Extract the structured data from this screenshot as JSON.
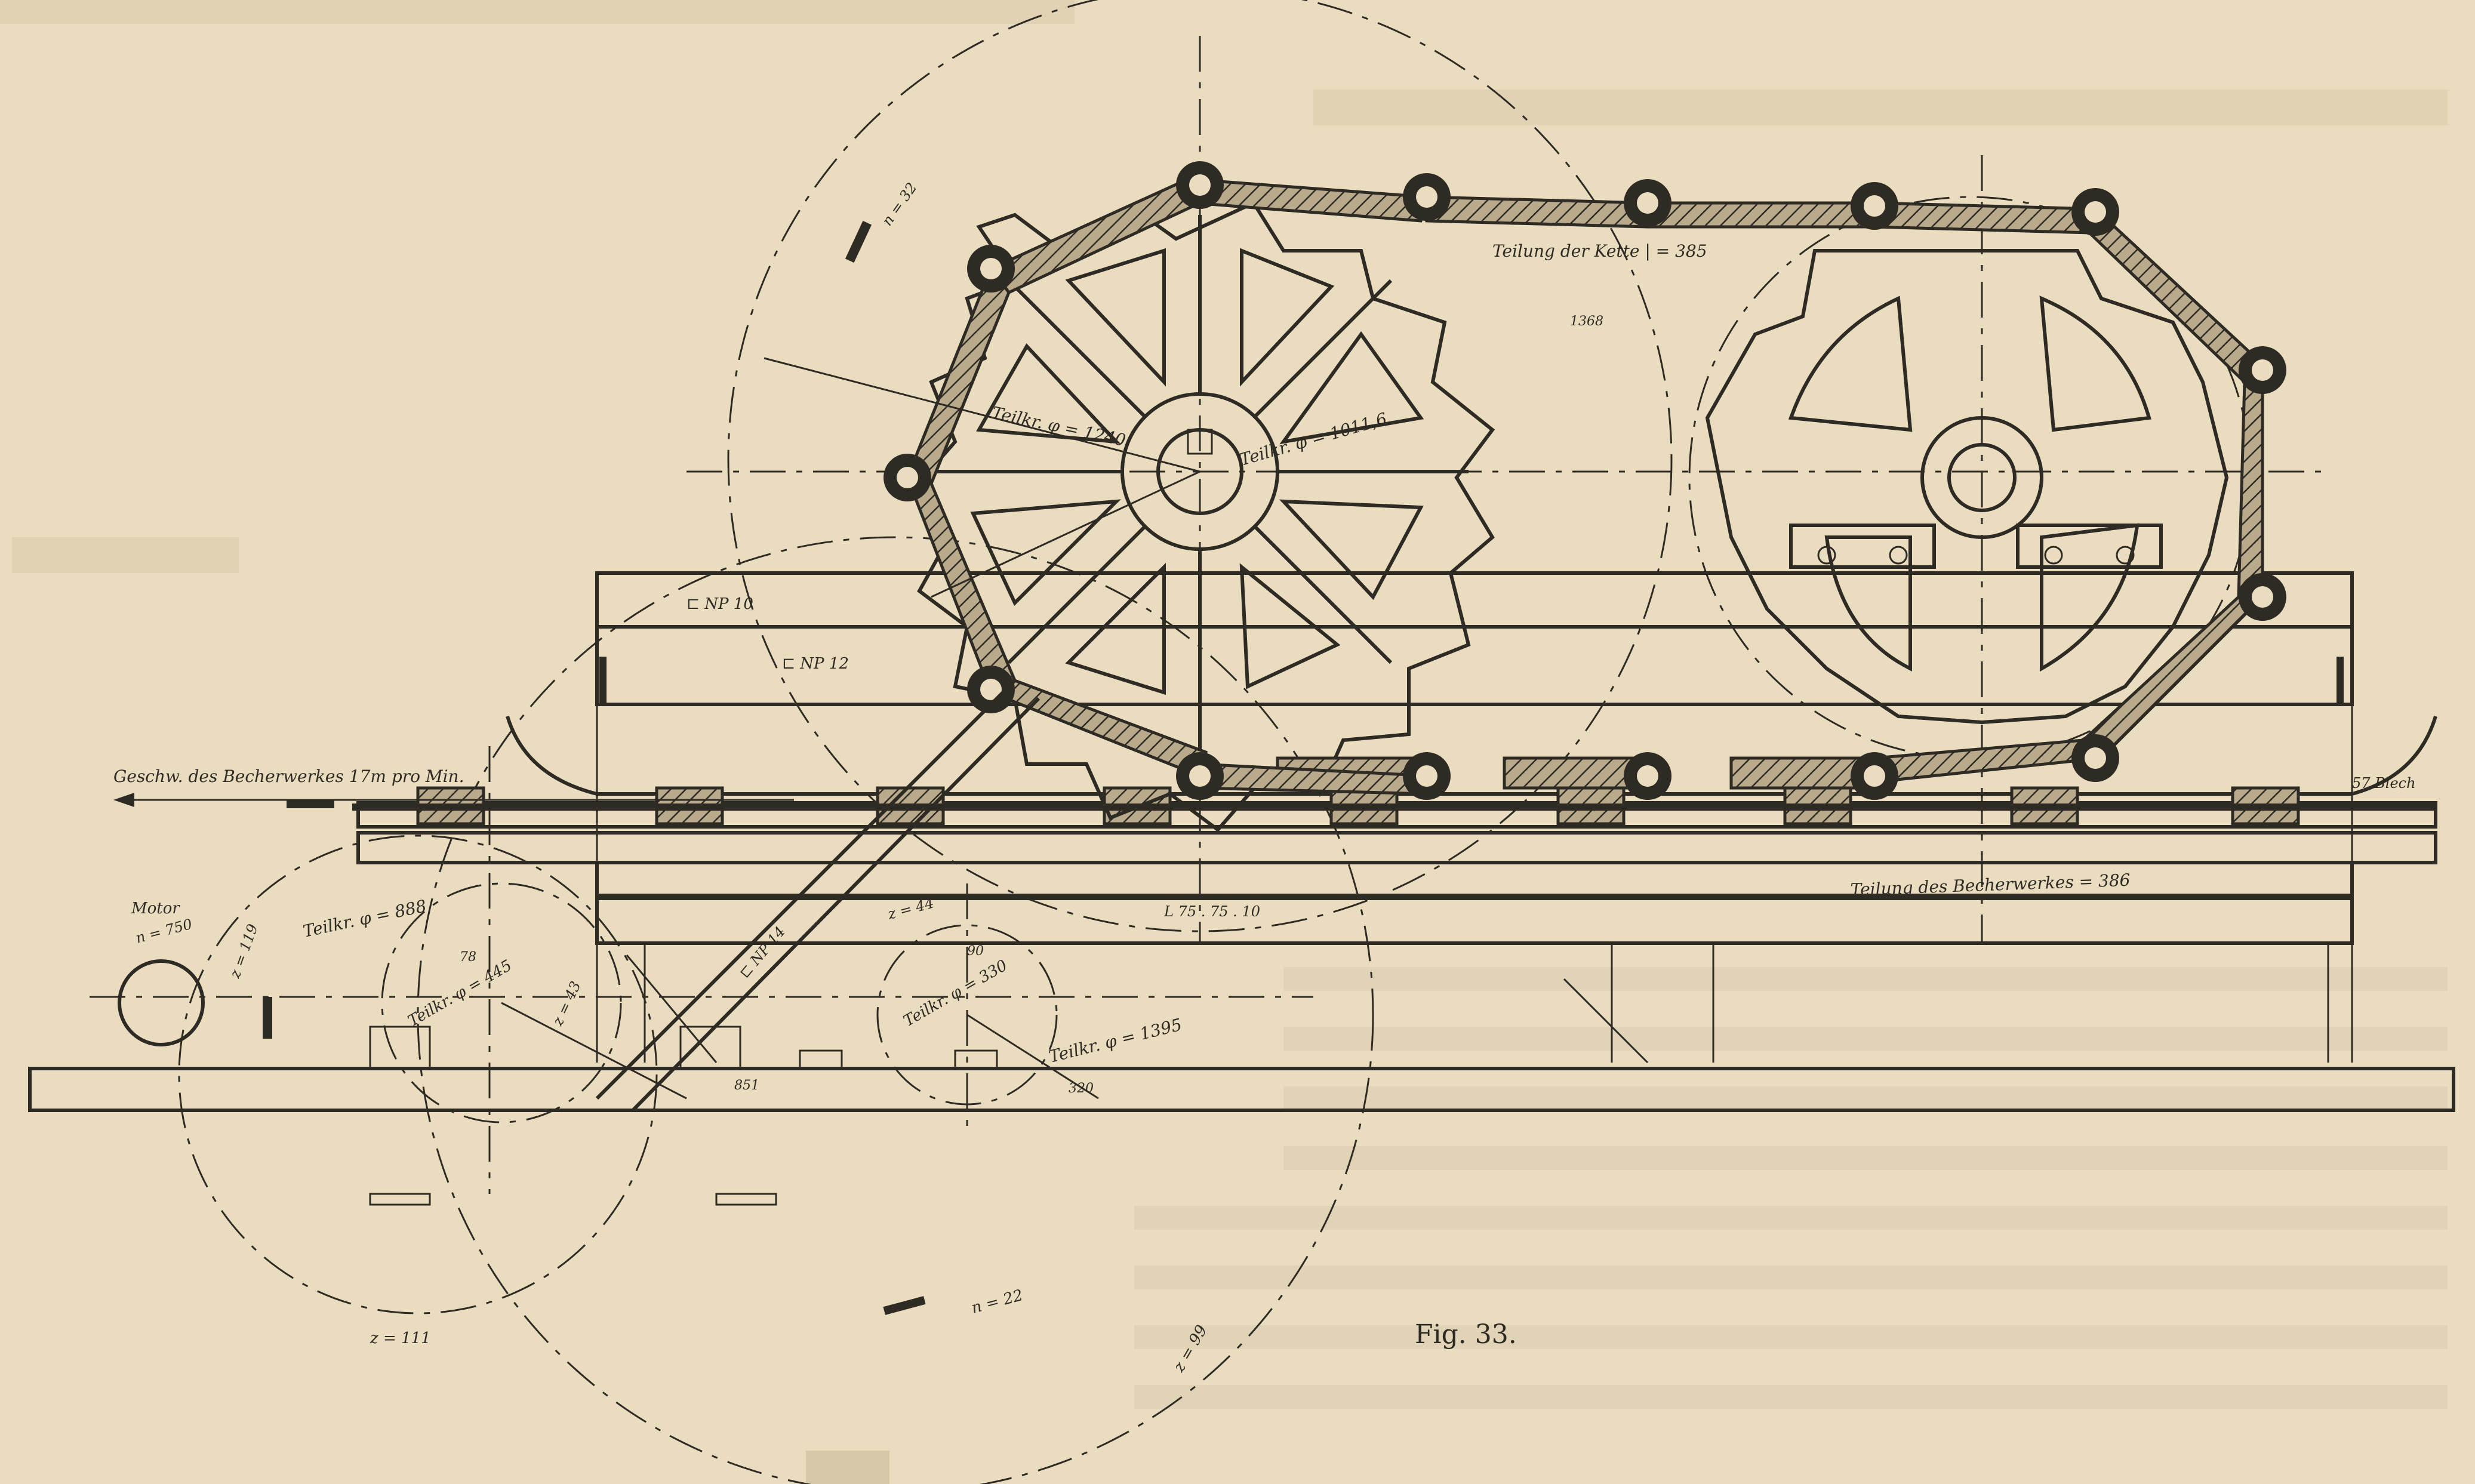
{
  "figure": {
    "caption": "Fig. 33."
  },
  "labels": {
    "chain_pitch": "Teilung der Kette | = 385",
    "bucket_pitch": "Teilung des Becherwerkes = 386",
    "elevator_speed": "Geschw. des Becherwerkes 17m pro Min.",
    "pitch_diam_1": "Teilkr. φ = 1240",
    "pitch_diam_2": "Teilkr. φ = 1011,6",
    "pitch_diam_3": "Teilkr. φ = 888",
    "pitch_diam_4": "Teilkr. φ = 445",
    "pitch_diam_5": "Teilkr. φ = 330",
    "pitch_diam_6": "Teilkr. φ = 1395",
    "profile_np10": "⊏ NP 10",
    "profile_np12": "⊏ NP 12",
    "profile_np14": "⊏ NP 14",
    "angle_75": "L 75 . 75 . 10",
    "motor": "Motor",
    "motor_speed": "n = 750",
    "gear_z1": "z = 119",
    "gear_z2": "z = 44",
    "gear_z3": "z = 111",
    "gear_z4": "z = 43",
    "gear_z5": "z = 99",
    "rpm_1": "n = 32",
    "rpm_2": "n = 22",
    "dim_1368": "1368",
    "dim_851": "851",
    "dim_320": "320",
    "dim_78": "78",
    "dim_90": "90",
    "dim_57": "57 Blech"
  }
}
